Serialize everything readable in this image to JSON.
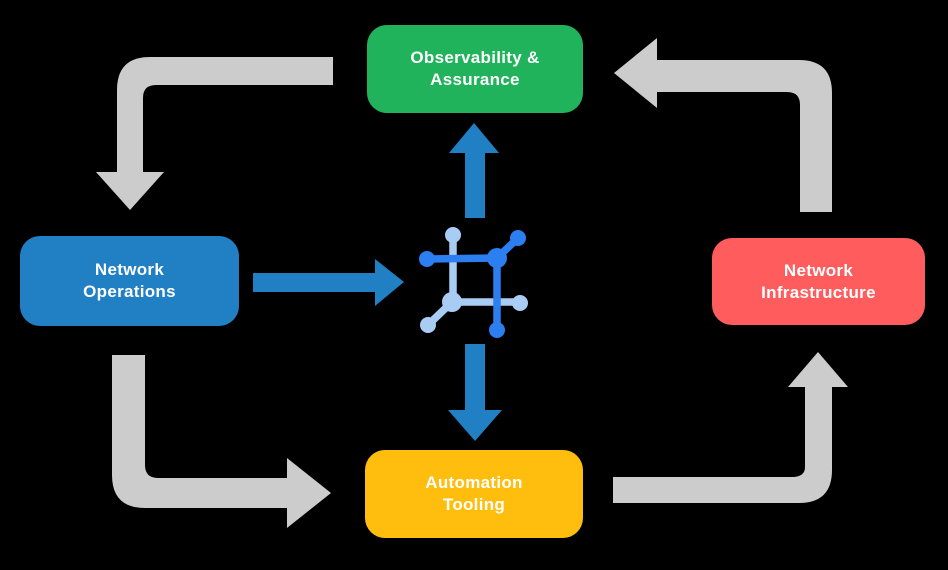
{
  "diagram": {
    "background_color": "#000000",
    "nodes": [
      {
        "id": "observability-assurance",
        "label": "Observability &\nAssurance",
        "color": "#21B35B",
        "text_color": "#FFFFFF"
      },
      {
        "id": "network-operations",
        "label": "Network\nOperations",
        "color": "#2180C3",
        "text_color": "#FFFFFF"
      },
      {
        "id": "network-infrastructure",
        "label": "Network\nInfrastructure",
        "color": "#FF5C5E",
        "text_color": "#FFFFFF"
      },
      {
        "id": "automation-tooling",
        "label": "Automation\nTooling",
        "color": "#FFBE0D",
        "text_color": "#FFFFFF"
      }
    ],
    "center_icon": {
      "name": "network-mesh-icon",
      "primary_color": "#2B7FF0",
      "secondary_color": "#A9CCF5"
    },
    "arrow_colors": {
      "cycle_gray": "#CCCCCC",
      "flow_blue": "#2180C3"
    },
    "edges": [
      {
        "from": "observability-assurance",
        "to": "network-operations",
        "style": "gray-cycle"
      },
      {
        "from": "network-operations",
        "to": "automation-tooling",
        "style": "gray-cycle"
      },
      {
        "from": "automation-tooling",
        "to": "network-infrastructure",
        "style": "gray-cycle"
      },
      {
        "from": "network-infrastructure",
        "to": "observability-assurance",
        "style": "gray-cycle"
      },
      {
        "from": "network-operations",
        "to": "center-icon",
        "style": "blue-flow"
      },
      {
        "from": "center-icon",
        "to": "observability-assurance",
        "style": "blue-flow"
      },
      {
        "from": "center-icon",
        "to": "automation-tooling",
        "style": "blue-flow"
      }
    ]
  }
}
